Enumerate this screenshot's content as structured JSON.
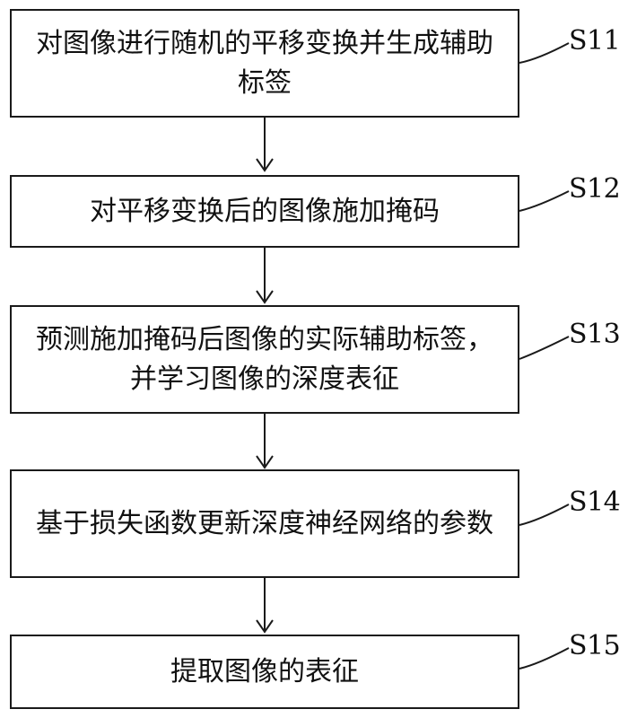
{
  "steps": [
    {
      "id": "S11",
      "text": "对图像进行随机的平移变换并生成辅助标签"
    },
    {
      "id": "S12",
      "text": "对平移变换后的图像施加掩码"
    },
    {
      "id": "S13",
      "text": "预测施加掩码后图像的实际辅助标签，并学习图像的深度表征"
    },
    {
      "id": "S14",
      "text": "基于损失函数更新深度神经网络的参数"
    },
    {
      "id": "S15",
      "text": "提取图像的表征"
    }
  ]
}
